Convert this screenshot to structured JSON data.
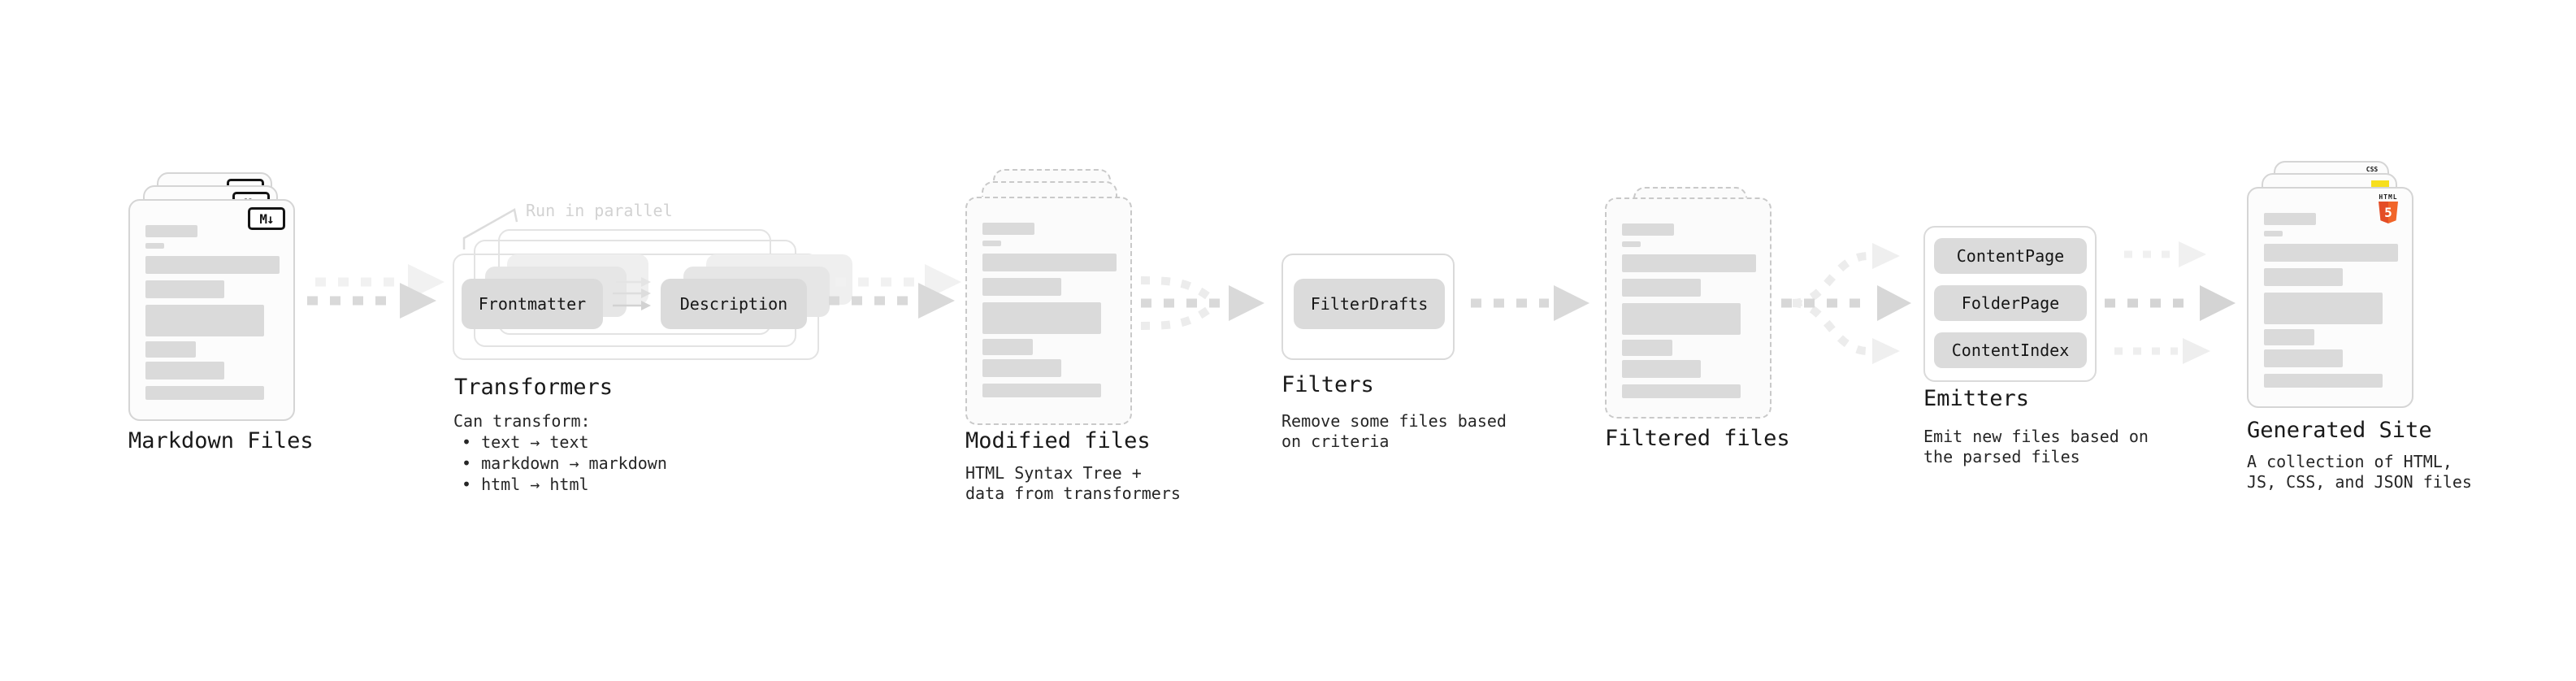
{
  "diagram": {
    "stages": {
      "markdown_files": {
        "label": "Markdown Files",
        "badge": "M↓"
      },
      "transformers": {
        "label": "Transformers",
        "annotation": "Run in parallel",
        "transformer_boxes": [
          "Frontmatter",
          "Description"
        ],
        "notes_title": "Can transform:",
        "notes": [
          "• text → text",
          "• markdown → markdown",
          "• html → html"
        ]
      },
      "modified_files": {
        "label": "Modified files",
        "description": [
          "HTML Syntax Tree +",
          "data from transformers"
        ]
      },
      "filters": {
        "label": "Filters",
        "filter_boxes": [
          "FilterDrafts"
        ],
        "description": [
          "Remove some files based",
          "on criteria"
        ]
      },
      "filtered_files": {
        "label": "Filtered files"
      },
      "emitters": {
        "label": "Emitters",
        "emitter_boxes": [
          "ContentPage",
          "FolderPage",
          "ContentIndex"
        ],
        "description": [
          "Emit new files based on",
          "the parsed files"
        ]
      },
      "generated_site": {
        "label": "Generated Site",
        "description": [
          "A collection of HTML,",
          "JS, CSS, and JSON files"
        ],
        "badges": {
          "html_title": "HTML",
          "html_number": "5",
          "css": "CSS"
        }
      }
    },
    "colors": {
      "html5_orange": "#e44d26",
      "js_yellow": "#f7df1e",
      "css_blue": "#2965f1",
      "box_gray": "#dbdbdb",
      "arrow_gray": "#d9d9d9"
    }
  }
}
